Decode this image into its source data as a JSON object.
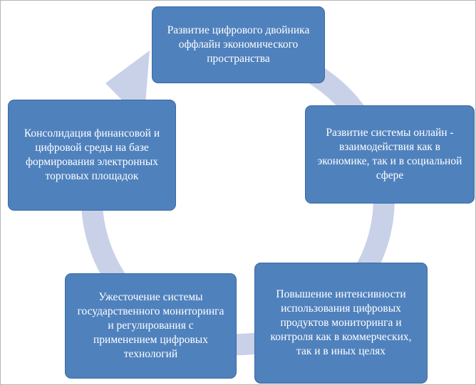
{
  "diagram": {
    "type": "cycle",
    "direction": "clockwise",
    "nodes": [
      {
        "id": "top",
        "text": "Развитие цифрового двойника оффлайн экономического пространства"
      },
      {
        "id": "right",
        "text": "Развитие системы онлайн - взаимодействия как в экономике, так и в социальной сфере"
      },
      {
        "id": "bottom-right",
        "text": "Повышение интенсивности использования цифровых продуктов мониторинга и контроля как в коммерческих, так и в иных целях"
      },
      {
        "id": "bottom-left",
        "text": "Ужесточение системы государственного мониторинга и регулирования с применением цифровых технологий"
      },
      {
        "id": "left",
        "text": "Консолидация финансовой и цифровой среды на базе формирования электронных торговых площадок"
      }
    ],
    "colors": {
      "node_fill": "#4f81bd",
      "node_text": "#ffffff",
      "ring": "#c8d1e7",
      "background": "#ffffff"
    }
  }
}
